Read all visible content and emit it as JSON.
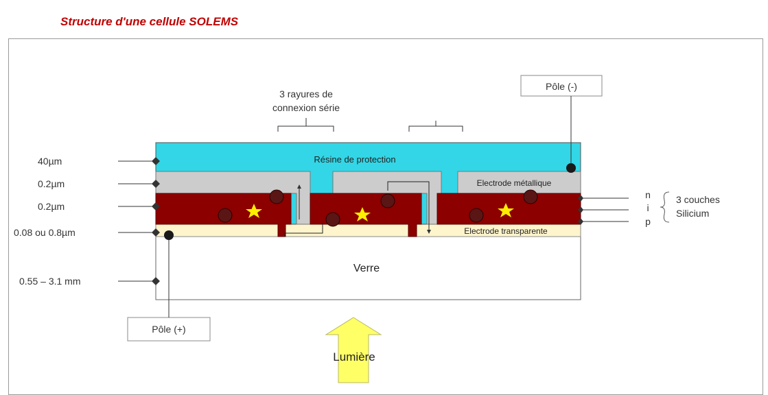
{
  "title": "Structure d'une cellule SOLEMS",
  "labels": {
    "protection_resin": "Résine de protection",
    "metal_electrode": "Electrode métallique",
    "transparent_electrode": "Electrode transparente",
    "glass": "Verre",
    "light": "Lumière",
    "scratches_line1": "3 rayures de",
    "scratches_line2": "connexion série",
    "pole_negative": "Pôle (-)",
    "pole_positive": "Pôle (+)"
  },
  "thickness": {
    "resin": "40µm",
    "metal": "0.2µm",
    "silicon": "0.2µm",
    "transparent": "0.08 ou 0.8µm",
    "glass": "0.55 – 3.1 mm"
  },
  "layers": {
    "n": "n",
    "i": "i",
    "p": "p",
    "group_line1": "3 couches",
    "group_line2": "Silicium"
  },
  "colors": {
    "title": "#c00000",
    "resin": "#33d6e6",
    "metal": "#cccccc",
    "silicon": "#8c0000",
    "transparent": "#fff5cc",
    "glass": "#ffffff",
    "arrow": "#ffff66",
    "star": "#ffee00",
    "dot": "#1a1a1a"
  }
}
